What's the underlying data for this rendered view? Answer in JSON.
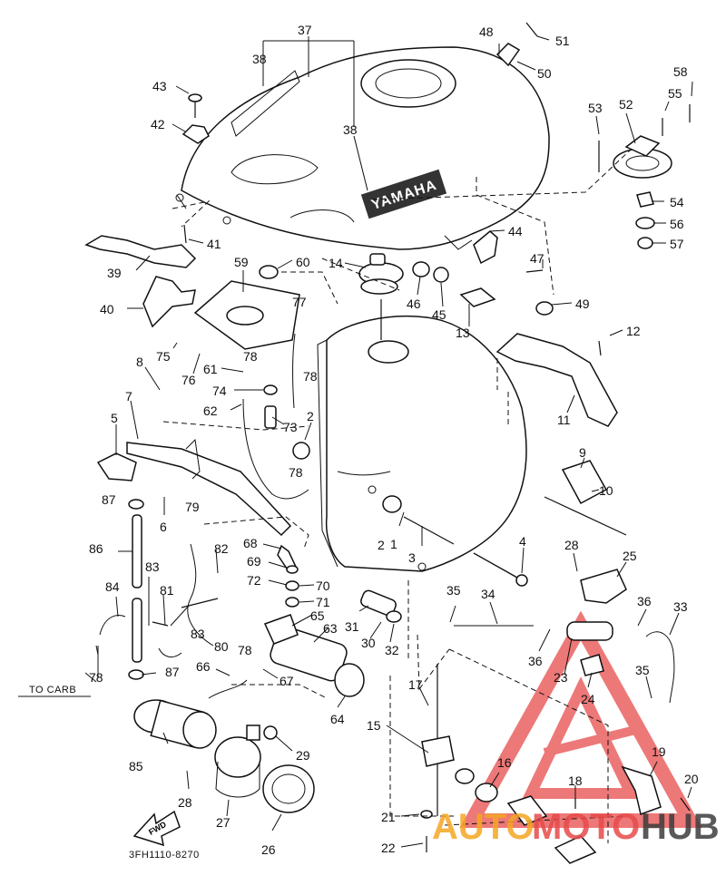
{
  "diagram_code": "3FH1110-8270",
  "to_carb": "TO CARB",
  "tank_logo": "YAMAHA",
  "fwd_label": "FWD",
  "watermark": {
    "text_a": "AUTO",
    "text_b": "MOTO",
    "text_c": "HUB",
    "color_orange": "#f5a623",
    "color_red": "#e84b4b",
    "color_dark": "#3d3d3d"
  },
  "callouts": {
    "n1": "1",
    "n2": "2",
    "n3": "3",
    "n4": "4",
    "n5": "5",
    "n6": "6",
    "n7": "7",
    "n8": "8",
    "n9": "9",
    "n10": "10",
    "n11": "11",
    "n12": "12",
    "n13": "13",
    "n14": "14",
    "n15": "15",
    "n16": "16",
    "n17": "17",
    "n18": "18",
    "n19": "19",
    "n20": "20",
    "n21": "21",
    "n22": "22",
    "n23": "23",
    "n24": "24",
    "n25": "25",
    "n26": "26",
    "n27": "27",
    "n28": "28",
    "n29": "29",
    "n30": "30",
    "n31": "31",
    "n32": "32",
    "n33": "33",
    "n34": "34",
    "n35": "35",
    "n36": "36",
    "n37": "37",
    "n38": "38",
    "n39": "39",
    "n40": "40",
    "n41": "41",
    "n42": "42",
    "n43": "43",
    "n44": "44",
    "n45": "45",
    "n46": "46",
    "n47": "47",
    "n48": "48",
    "n49": "49",
    "n50": "50",
    "n51": "51",
    "n52": "52",
    "n53": "53",
    "n54": "54",
    "n55": "55",
    "n56": "56",
    "n57": "57",
    "n58": "58",
    "n59": "59",
    "n60": "60",
    "n61": "61",
    "n62": "62",
    "n63": "63",
    "n64": "64",
    "n65": "65",
    "n66": "66",
    "n67": "67",
    "n68": "68",
    "n69": "69",
    "n70": "70",
    "n71": "71",
    "n72": "72",
    "n73": "73",
    "n74": "74",
    "n75": "75",
    "n76": "76",
    "n77": "77",
    "n78": "78",
    "n79": "79",
    "n80": "80",
    "n81": "81",
    "n82": "82",
    "n83": "83",
    "n84": "84",
    "n85": "85",
    "n86": "86",
    "n87": "87"
  }
}
